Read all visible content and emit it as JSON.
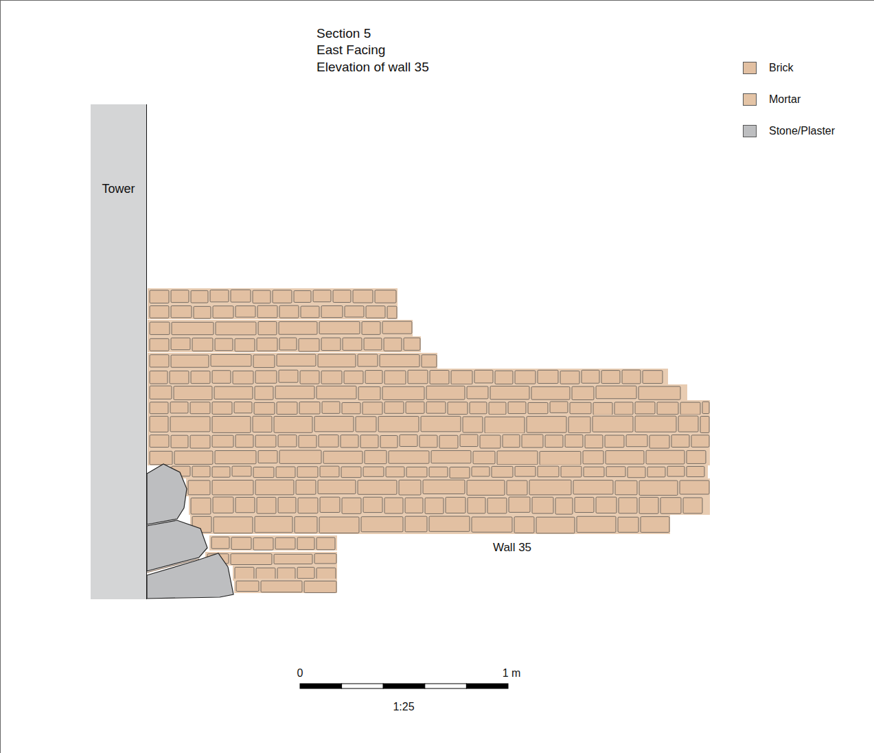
{
  "diagram": {
    "title": "Section 5",
    "nodes": [
      {
        "text": [
          "Tower"
        ]
      }
    ],
    "labels": [
      "East Facing",
      "Elevation of wall 35",
      "Wall 35",
      "0",
      "1 m",
      "1:25"
    ],
    "legend": [
      {
        "text": "Brick",
        "color": "#e2c0a2"
      },
      {
        "text": "Mortar",
        "color": "#e4c4a6"
      },
      {
        "text": "Stone/Plaster",
        "color": "#bdbec0"
      }
    ],
    "legendTitle": null
  }
}
